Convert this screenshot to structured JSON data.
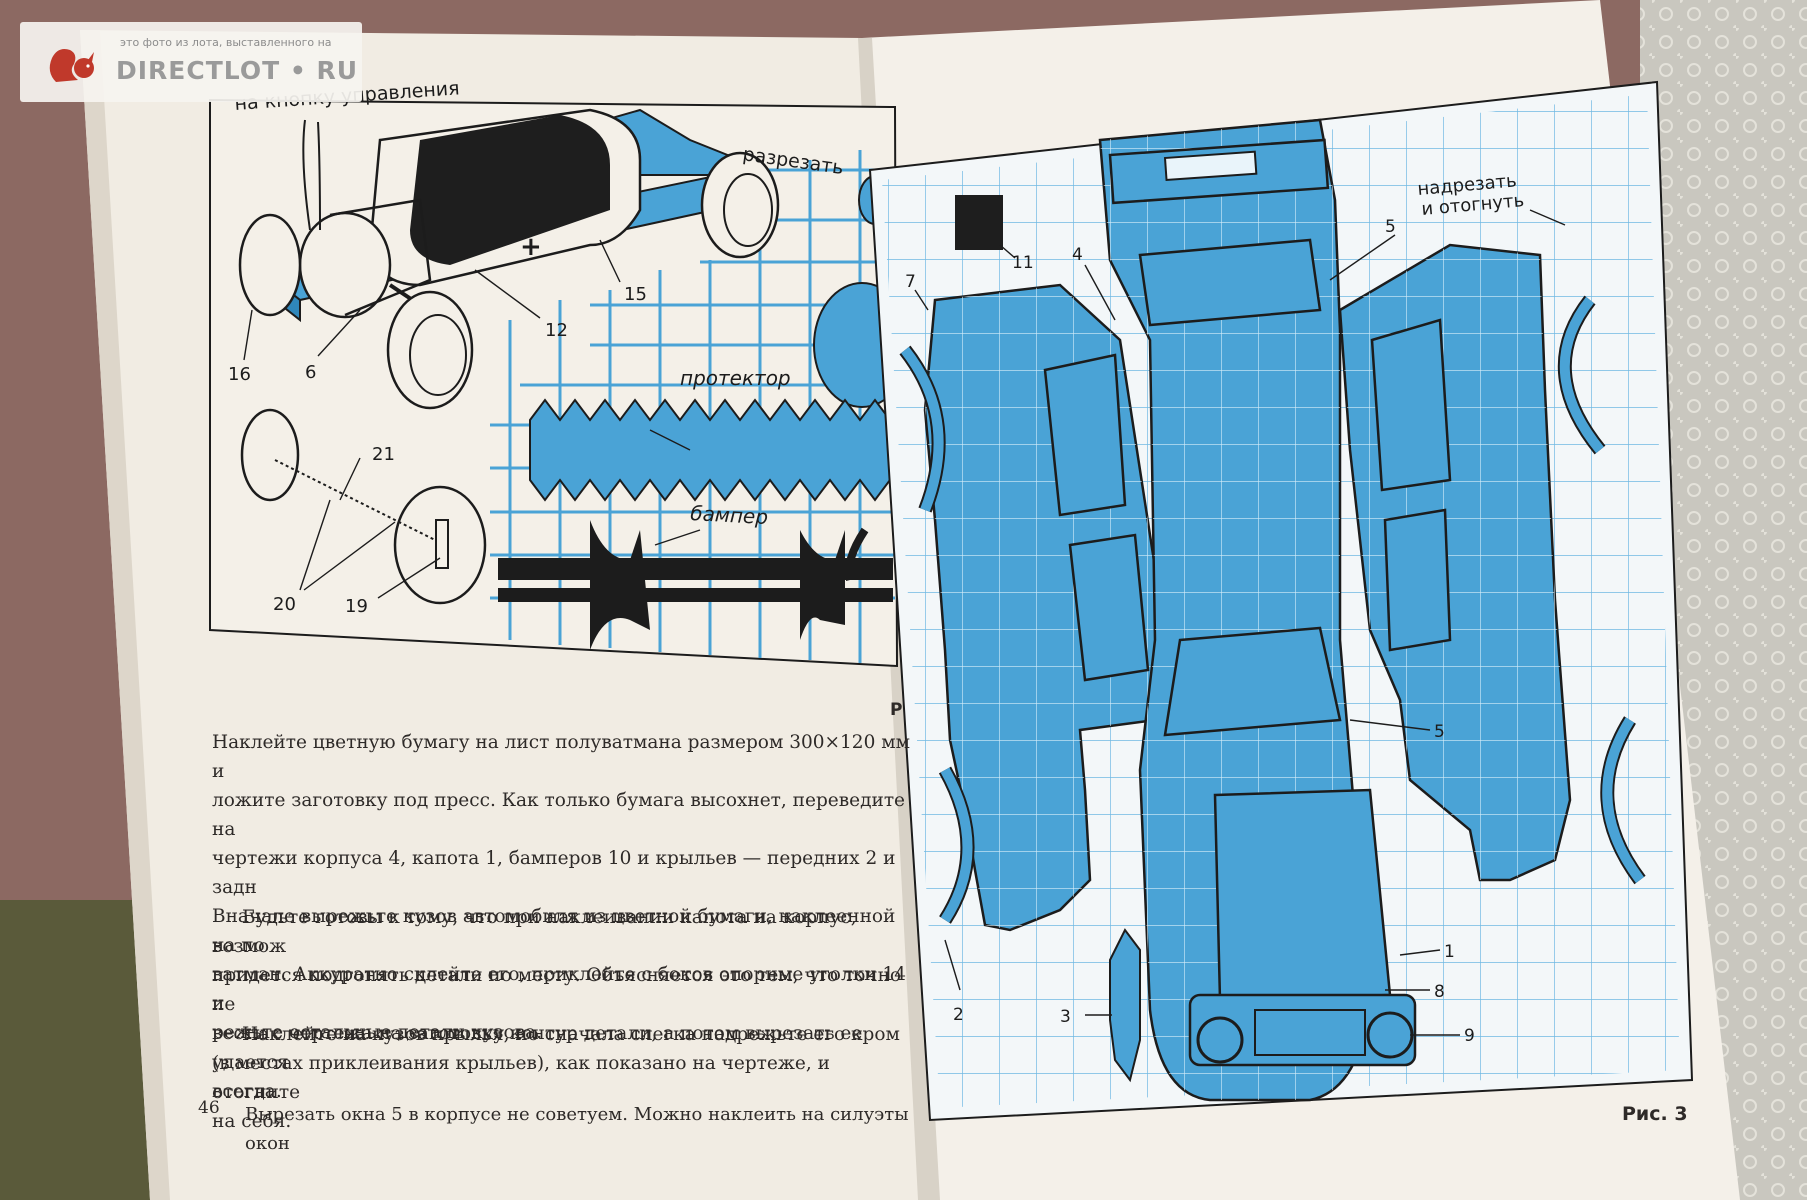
{
  "watermark": {
    "subtitle": "это фото из лота, выставленного на",
    "brand": "DIRECTLOT • RU"
  },
  "left_figure": {
    "labels": {
      "top": "на кнопку управления",
      "cut": "разрезать",
      "tread": "протектор",
      "bumper": "бампер"
    },
    "callouts": [
      "15",
      "12",
      "6",
      "16",
      "21",
      "20",
      "19"
    ]
  },
  "right_figure": {
    "labels": {
      "notch": "надрезать",
      "notch2": "и отогнуть"
    },
    "callouts": [
      "11",
      "4",
      "5",
      "7",
      "5",
      "1",
      "8",
      "9",
      "3",
      "2"
    ],
    "caption": "Рис. 3"
  },
  "left_page": {
    "figure_fragment": "Р",
    "paragraphs": [
      "Наклейте цветную бумагу на лист полуватмана размером 300×120 мм и\nложите заготовку под пресс. Как только бумага высохнет, переведите на\nчертежи корпуса 4, капота 1, бамперов 10 и крыльев — передних 2 и задн\nВначале вырежьте кузов автомобиля из цветной бумаги, наклеенной на по\nватман. Аккуратно склейте его, приклейте с боков опорные уголки 14 и\nрежьте остальные детали кузова.",
      "Будьте готовы к тому, что при наклеивании капота на корпус, возмож\nпридется подгонять детали по месту. Объясняется это тем, что точно пе\nвести с чертежа на заготовку контур детали, а потом вырезать ее удается\nвсегда.",
      "Наклейте на кузов крылья, но сначала слегка надрежьте его кром\n(в местах приклеивания крыльев), как показано на чертеже, и отогните\nна себя.",
      "Вырезать окна 5 в корпусе не советуем. Можно наклеить на силуэты окон"
    ],
    "page_number": "46"
  },
  "colors": {
    "paper": "#f3efe8",
    "blue": "#4aa3d6",
    "ink": "#1c1c1c"
  }
}
